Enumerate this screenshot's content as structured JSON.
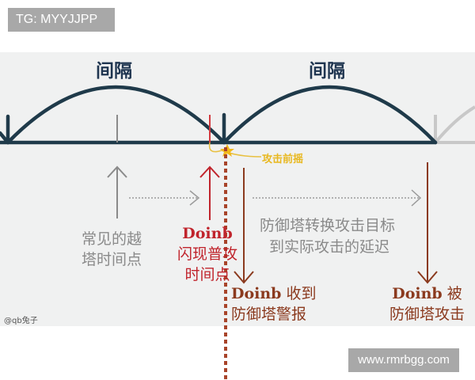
{
  "watermarks": {
    "top": "TG: MYYJJPP",
    "bottom": "www.rmrbgg.com"
  },
  "diagram": {
    "interval_labels": [
      "间隔",
      "间隔"
    ],
    "annotations": {
      "windup": "攻击前摇",
      "common_dive": [
        "常见的越",
        "塔时间点"
      ],
      "doinb_flash": [
        "Doinb",
        "闪现普攻",
        "时间点"
      ],
      "tower_delay": [
        "防御塔转换攻击目标",
        "到实际攻击的延迟"
      ],
      "doinb_alert": {
        "name": "Doinb",
        "line1_suffix": " 收到",
        "line2": "防御塔警报"
      },
      "doinb_attacked": {
        "name": "Doinb",
        "line1_suffix": " 被",
        "line2": "防御塔攻击"
      }
    },
    "credit": "@qb兔子",
    "colors": {
      "timeline": "#1f3a4a",
      "faded_timeline": "#c8c8c8",
      "flash_red": "#c0242c",
      "brown": "#8b3a1e",
      "windup_yellow": "#e8b820",
      "gray_text": "#8a8a8a",
      "panel_bg": "#f0f1f1"
    }
  }
}
